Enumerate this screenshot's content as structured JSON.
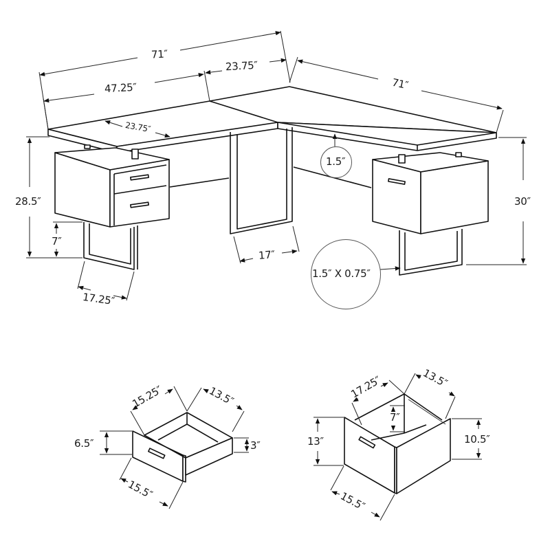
{
  "diagram": {
    "subject": "L-shaped desk with dimensions",
    "line_color": "#111111",
    "background": "#ffffff"
  },
  "desk": {
    "left_return_total_length": "71″",
    "left_desk_length": "47.25″",
    "corner_depth_top": "23.75″",
    "left_desk_depth": "23.75″",
    "right_desk_length": "71″",
    "left_pedestal_height": "28.5″",
    "left_leg_clearance": "7″",
    "left_leg_width": "17.25″",
    "center_leg_width": "17″",
    "top_thickness": "1.5″",
    "leg_profile": "1.5″ X 0.75″",
    "overall_height": "30″"
  },
  "small_drawer": {
    "depth": "15.25″",
    "inner_width": "13.5″",
    "front_height": "6.5″",
    "side_height": "3″",
    "front_width": "15.5″"
  },
  "file_drawer": {
    "depth": "17.25″",
    "inner_width": "13.5″",
    "inner_height": "7″",
    "front_height": "13″",
    "side_height": "10.5″",
    "front_width": "15.5″"
  }
}
